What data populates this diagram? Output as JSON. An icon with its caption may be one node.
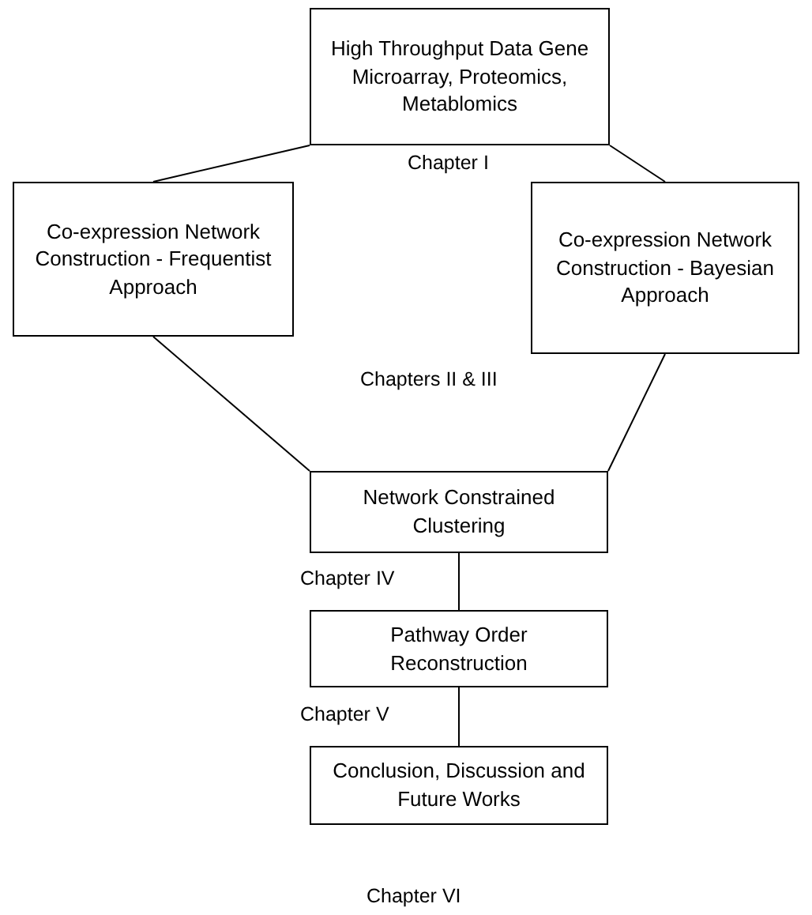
{
  "diagram": {
    "nodes": [
      {
        "text": [
          "High Throughput Data Gene Microarray, Proteomics, Metablomics"
        ]
      },
      {
        "text": [
          "Co-expression Network Construction - Frequentist Approach"
        ]
      },
      {
        "text": [
          "Co-expression Network Construction - Bayesian Approach"
        ]
      },
      {
        "text": [
          "Network Constrained Clustering"
        ]
      },
      {
        "text": [
          "Pathway Order Reconstruction"
        ]
      },
      {
        "text": [
          "Conclusion, Discussion and Future Works"
        ]
      }
    ],
    "edges": [
      {
        "from": 0,
        "to": 1,
        "arrow": "none"
      },
      {
        "from": 0,
        "to": 2,
        "arrow": "none"
      },
      {
        "from": 1,
        "to": 3,
        "arrow": "none"
      },
      {
        "from": 2,
        "to": 3,
        "arrow": "none"
      },
      {
        "from": 3,
        "to": 4,
        "arrow": "none"
      },
      {
        "from": 4,
        "to": 5,
        "arrow": "none"
      }
    ],
    "labels": [
      "Chapter I",
      "Chapters II & III",
      "Chapter IV",
      "Chapter V",
      "Chapter VI"
    ]
  }
}
